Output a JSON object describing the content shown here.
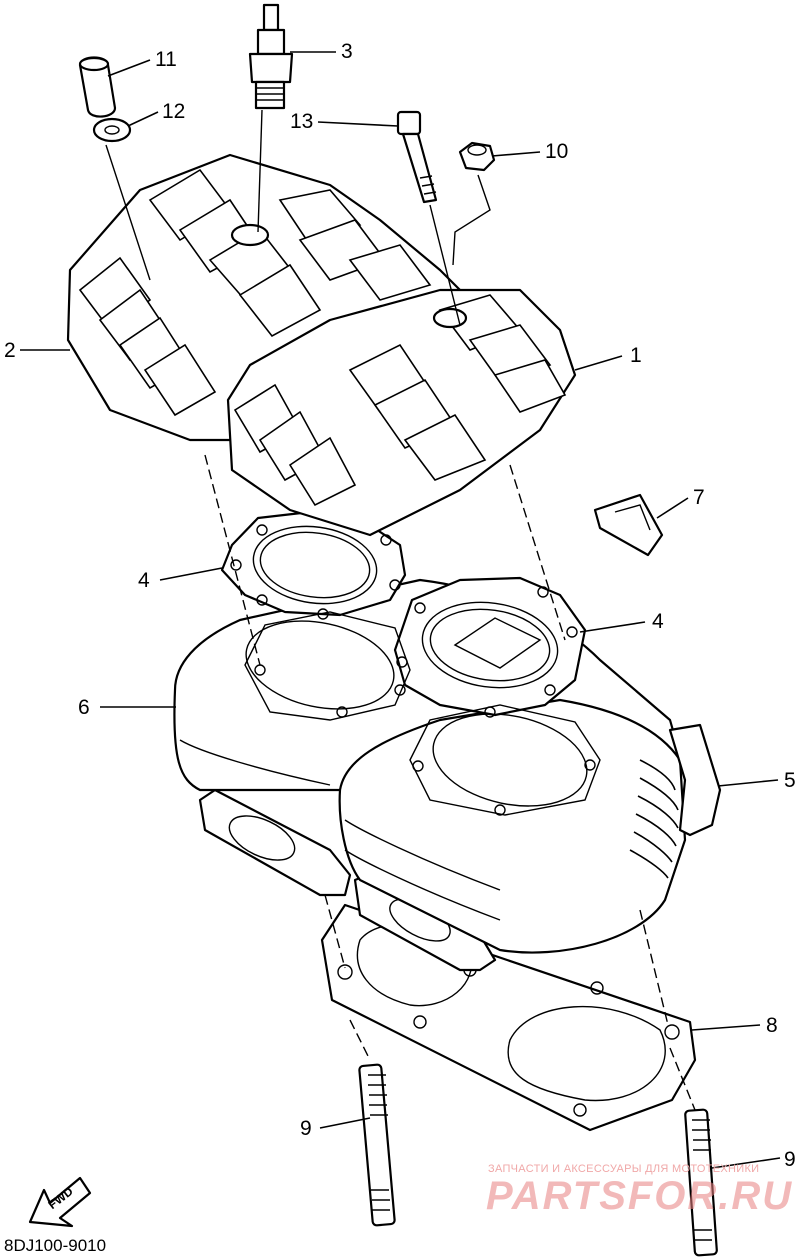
{
  "callouts": [
    {
      "id": "1",
      "label": "1"
    },
    {
      "id": "2",
      "label": "2"
    },
    {
      "id": "3",
      "label": "3"
    },
    {
      "id": "4a",
      "label": "4"
    },
    {
      "id": "4b",
      "label": "4"
    },
    {
      "id": "5",
      "label": "5"
    },
    {
      "id": "6",
      "label": "6"
    },
    {
      "id": "7",
      "label": "7"
    },
    {
      "id": "8",
      "label": "8"
    },
    {
      "id": "9a",
      "label": "9"
    },
    {
      "id": "9b",
      "label": "9"
    },
    {
      "id": "10",
      "label": "10"
    },
    {
      "id": "11",
      "label": "11"
    },
    {
      "id": "12",
      "label": "12"
    },
    {
      "id": "13",
      "label": "13"
    }
  ],
  "fwd_label": "FWD",
  "diagram_code": "8DJ100-9010",
  "watermark": {
    "tagline": "ЗАПЧАСТИ И АКСЕССУАРЫ ДЛЯ МОТОТЕХНИКИ",
    "logo_text": "PARTSFOR.RU",
    "color": "#e88080"
  }
}
